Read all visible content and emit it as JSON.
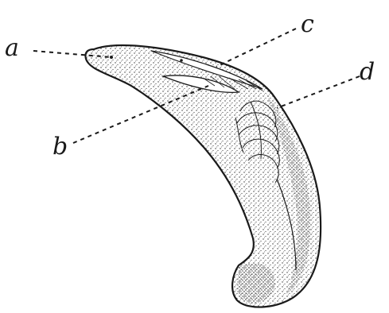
{
  "figure": {
    "labels": {
      "a": "a",
      "b": "b",
      "c": "c",
      "d": "d"
    },
    "colors": {
      "ink": "#1a1a1a",
      "paper": "#ffffff"
    }
  }
}
